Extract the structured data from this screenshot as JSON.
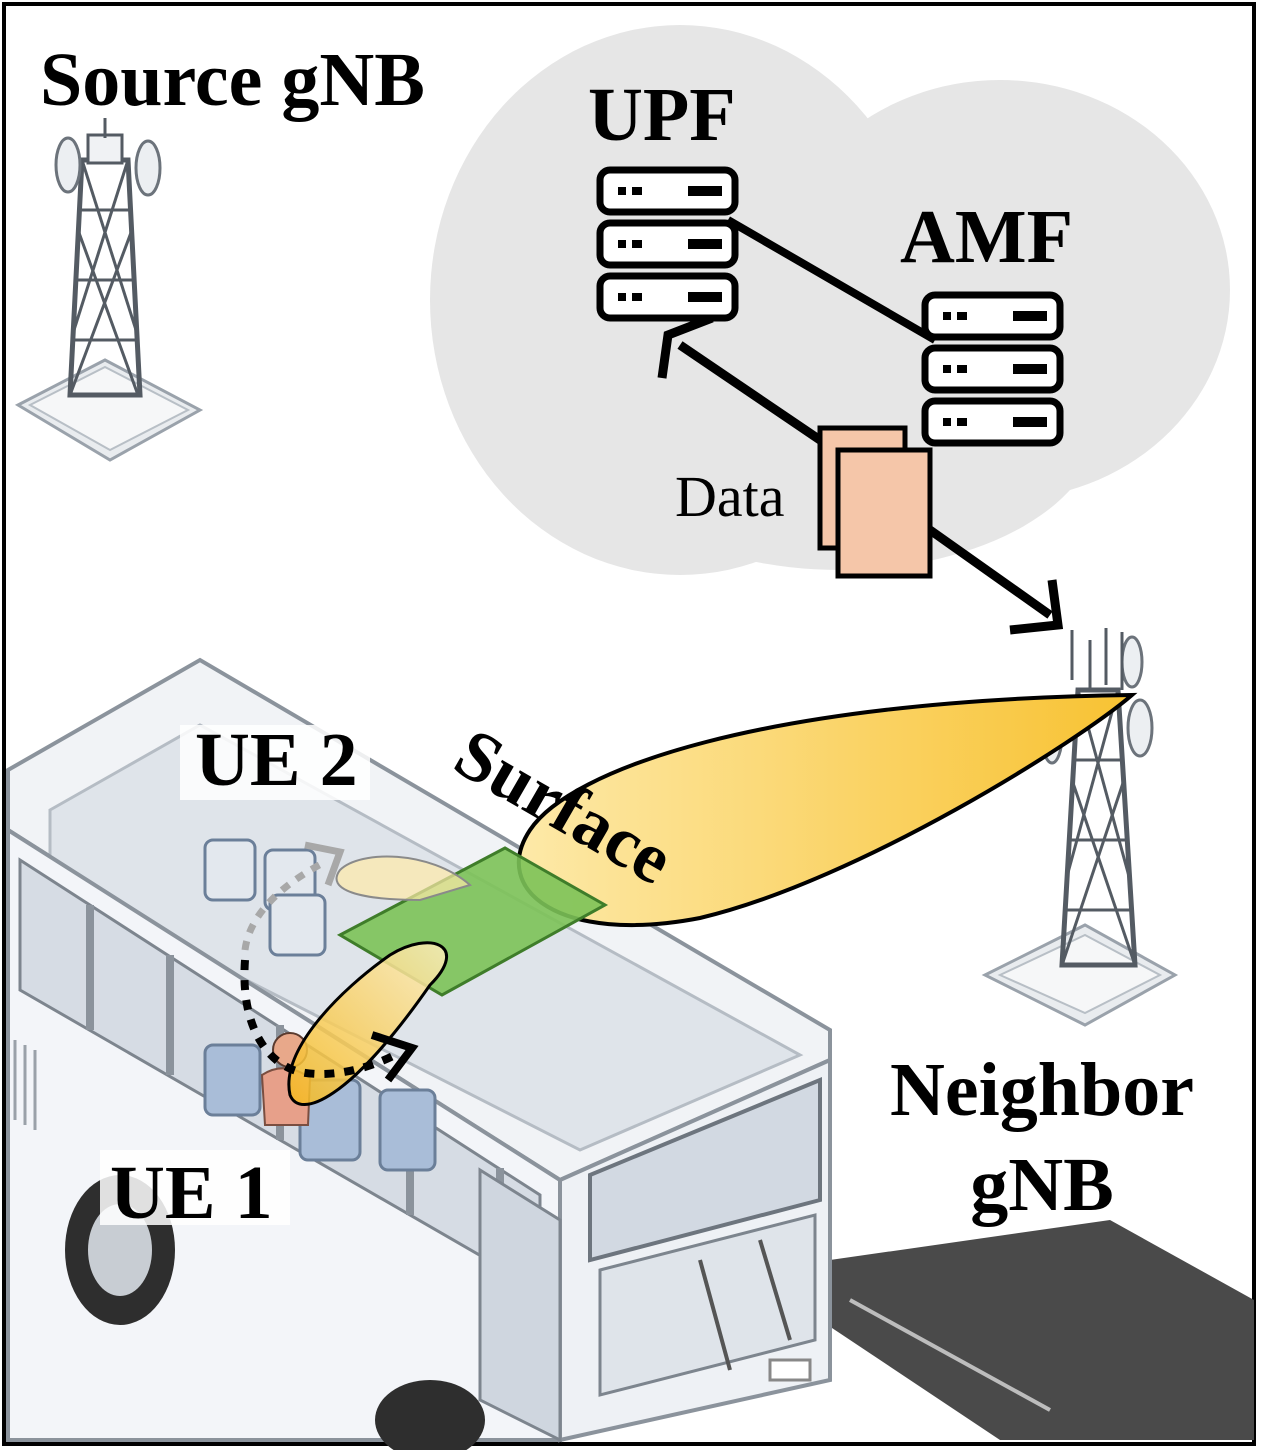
{
  "labels": {
    "source_gnb": "Source gNB",
    "upf": "UPF",
    "amf": "AMF",
    "data": "Data",
    "ue2": "UE 2",
    "surface": "Surface",
    "ue1": "UE 1",
    "neighbor_line1": "Neighbor",
    "neighbor_line2": "gNB"
  },
  "colors": {
    "beam": "#f8c232",
    "surface_panel": "#7cc258",
    "data_packet": "#f5c6a9",
    "core_cloud": "#e6e6e6",
    "road": "#4a4a4a",
    "bus_body": "#f3f5f9"
  },
  "icons": {
    "source_tower": "cell-tower-icon",
    "neighbor_tower": "cell-tower-icon",
    "upf_server": "server-stack-icon",
    "amf_server": "server-stack-icon",
    "data_packets": "document-stack-icon",
    "bus": "bus-illustration",
    "passenger": "person-icon"
  }
}
